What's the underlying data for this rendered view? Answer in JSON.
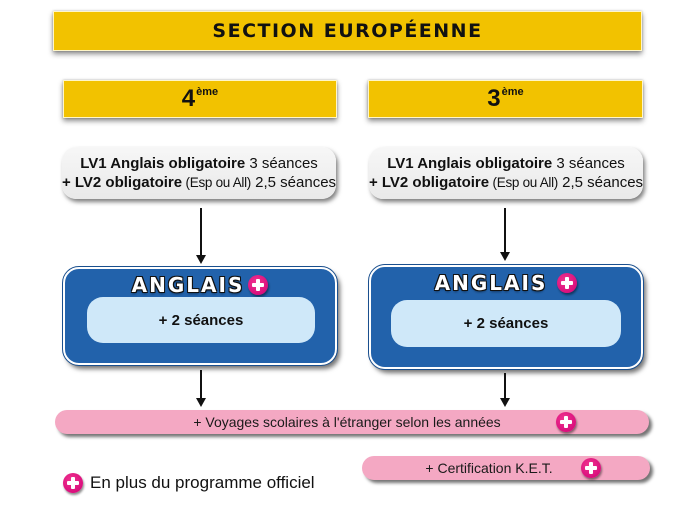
{
  "header": {
    "title": "SECTION EUROPÉENNE"
  },
  "columns": [
    {
      "grade_number": "4",
      "grade_suffix": "ème",
      "requirements": {
        "lv1_bold": "LV1 Anglais obligatoire",
        "lv1_rest": " 3 séances",
        "lv2_bold": "+ LV2 obligatoire",
        "lv2_paren": " (Esp ou All)",
        "lv2_rest": " 2,5 séances"
      },
      "english_box": {
        "title": "ANGLAIS",
        "detail": "+ 2 séances"
      }
    },
    {
      "grade_number": "3",
      "grade_suffix": "ème",
      "requirements": {
        "lv1_bold": "LV1 Anglais obligatoire",
        "lv1_rest": " 3 séances",
        "lv2_bold": "+ LV2 obligatoire",
        "lv2_paren": " (Esp ou All)",
        "lv2_rest": " 2,5 séances"
      },
      "english_box": {
        "title": "ANGLAIS",
        "detail": "+ 2 séances"
      }
    }
  ],
  "extras": {
    "trips": "+ Voyages scolaires à l'étranger selon les années",
    "certification": "+ Certification K.E.T."
  },
  "legend": {
    "icon": "plus-icon",
    "text": "En plus du programme officiel"
  },
  "colors": {
    "yellow": "#f2c200",
    "blue": "#2262ab",
    "light_blue": "#cfe8f9",
    "pink": "#f4a8c3",
    "magenta": "#d10075",
    "grey": "#eeeeee"
  }
}
